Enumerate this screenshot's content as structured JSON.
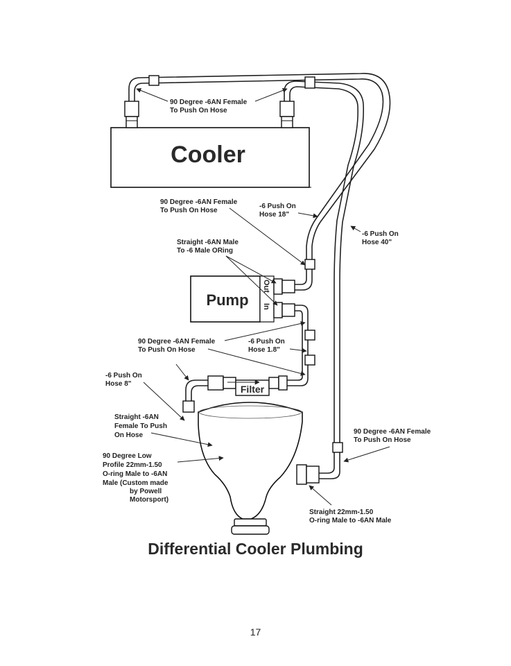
{
  "diagram": {
    "title": "Differential Cooler Plumbing",
    "page_number": "17",
    "components": {
      "cooler": "Cooler",
      "pump": "Pump",
      "pump_out": "Out",
      "pump_in": "In",
      "filter": "Filter"
    },
    "labels": {
      "top_fittings": [
        "90 Degree -6AN Female",
        "To Push On Hose"
      ],
      "pump_out_fitting": [
        "90 Degree -6AN Female",
        "To Push On Hose"
      ],
      "hose_18": [
        "-6 Push On",
        "Hose 18\""
      ],
      "hose_40": [
        "-6 Push On",
        "Hose 40\""
      ],
      "straight_male": [
        "Straight -6AN Male",
        "To -6 Male ORing"
      ],
      "pump_in_fitting": [
        "90 Degree -6AN Female",
        "To Push On Hose"
      ],
      "hose_1_8": [
        "-6 Push On",
        "Hose 1.8\""
      ],
      "hose_8": [
        "-6 Push On",
        "Hose 8\""
      ],
      "straight_female": [
        "Straight  -6AN",
        "Female To Push",
        "On Hose"
      ],
      "low_profile": [
        "90 Degree Low",
        "Profile 22mm-1.50",
        "O-ring Male to -6AN",
        "Male (Custom made",
        "by Powell",
        "Motorsport)"
      ],
      "diff_return_fitting": [
        "90 Degree -6AN Female",
        "To Push On Hose"
      ],
      "straight_22mm": [
        "Straight 22mm-1.50",
        "O-ring Male to -6AN Male"
      ]
    }
  }
}
